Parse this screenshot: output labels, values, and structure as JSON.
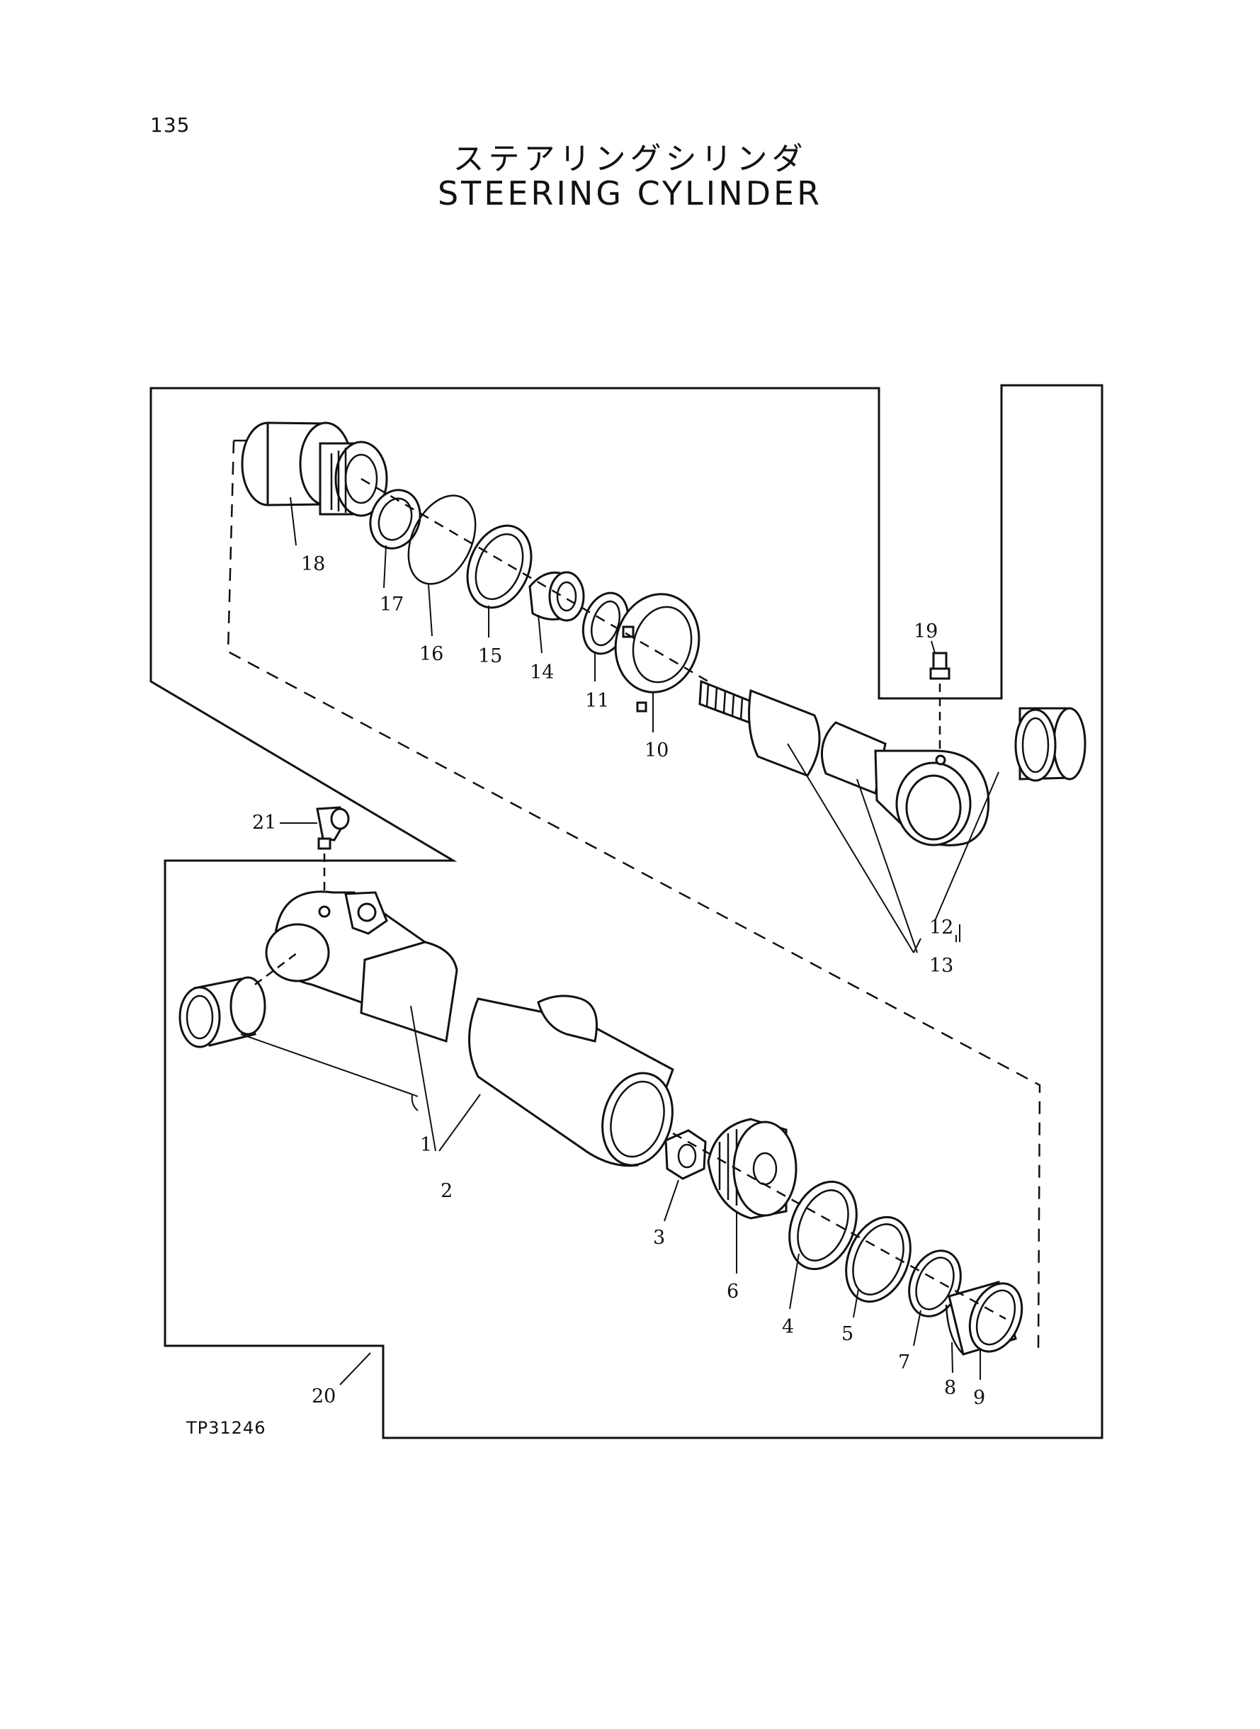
{
  "page": {
    "number": "135",
    "figure_id": "TP31246"
  },
  "title": {
    "japanese": "ステアリングシリンダ",
    "english": "STEERING CYLINDER"
  },
  "callouts": [
    {
      "id": "c1",
      "label": "1"
    },
    {
      "id": "c2",
      "label": "2"
    },
    {
      "id": "c3",
      "label": "3"
    },
    {
      "id": "c4",
      "label": "4"
    },
    {
      "id": "c5",
      "label": "5"
    },
    {
      "id": "c6",
      "label": "6"
    },
    {
      "id": "c7",
      "label": "7"
    },
    {
      "id": "c8",
      "label": "8"
    },
    {
      "id": "c9",
      "label": "9"
    },
    {
      "id": "c10",
      "label": "10"
    },
    {
      "id": "c11",
      "label": "11"
    },
    {
      "id": "c12",
      "label": "12"
    },
    {
      "id": "c13",
      "label": "13"
    },
    {
      "id": "c14",
      "label": "14"
    },
    {
      "id": "c15",
      "label": "15"
    },
    {
      "id": "c16",
      "label": "16"
    },
    {
      "id": "c17",
      "label": "17"
    },
    {
      "id": "c18",
      "label": "18"
    },
    {
      "id": "c19",
      "label": "19"
    },
    {
      "id": "c20",
      "label": "20"
    },
    {
      "id": "c21",
      "label": "21"
    }
  ]
}
